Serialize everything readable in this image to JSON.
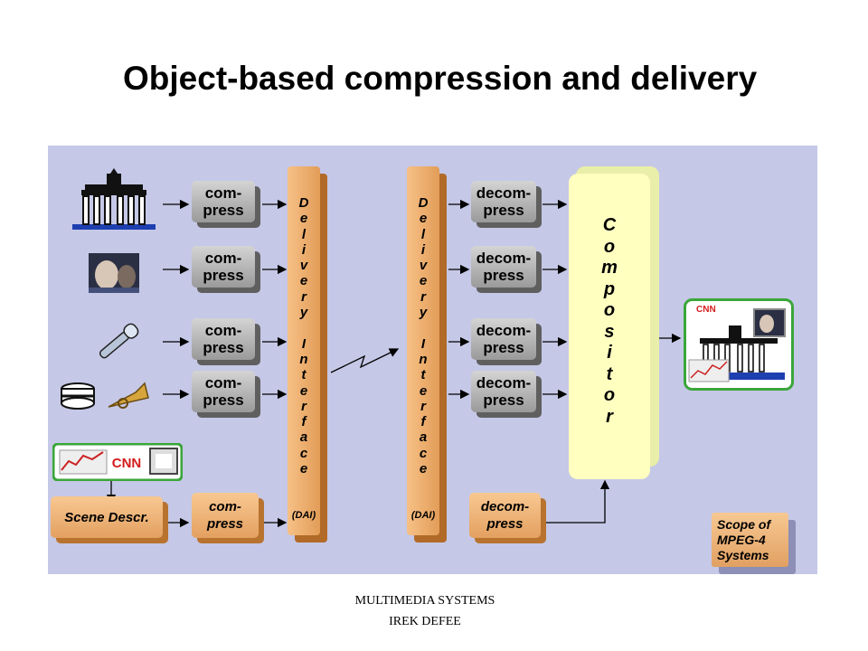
{
  "title": "Object-based compression and delivery",
  "diagram": {
    "compress_label": "com-\npress",
    "decompress_label": "decom-\npress",
    "delivery_interface_letters": [
      "D",
      "e",
      "l",
      "i",
      "v",
      "e",
      "r",
      "y",
      "",
      "I",
      "n",
      "t",
      "e",
      "r",
      "f",
      "a",
      "c",
      "e"
    ],
    "dai_tag": "(DAI)",
    "compositor_letters": [
      "C",
      "o",
      "m",
      "p",
      "o",
      "s",
      "i",
      "t",
      "o",
      "r"
    ],
    "scene_descr": "Scene Descr.",
    "scope_label": "Scope of\nMPEG-4\nSystems",
    "logo_text": "CNN",
    "icons": [
      "gate-icon",
      "video-frame-icon",
      "microphone-icon",
      "drum-icon",
      "trumpet-icon",
      "scene-objects-icon",
      "composed-scene-icon"
    ],
    "colors": {
      "panel": "#c5c8e6",
      "orange": "#e8a866",
      "gray": "#a8a8a8",
      "compositor": "#ffffc0",
      "green": "#3aa63a"
    }
  },
  "footer": {
    "line1": "MULTIMEDIA SYSTEMS",
    "line2": "IREK DEFEE"
  }
}
